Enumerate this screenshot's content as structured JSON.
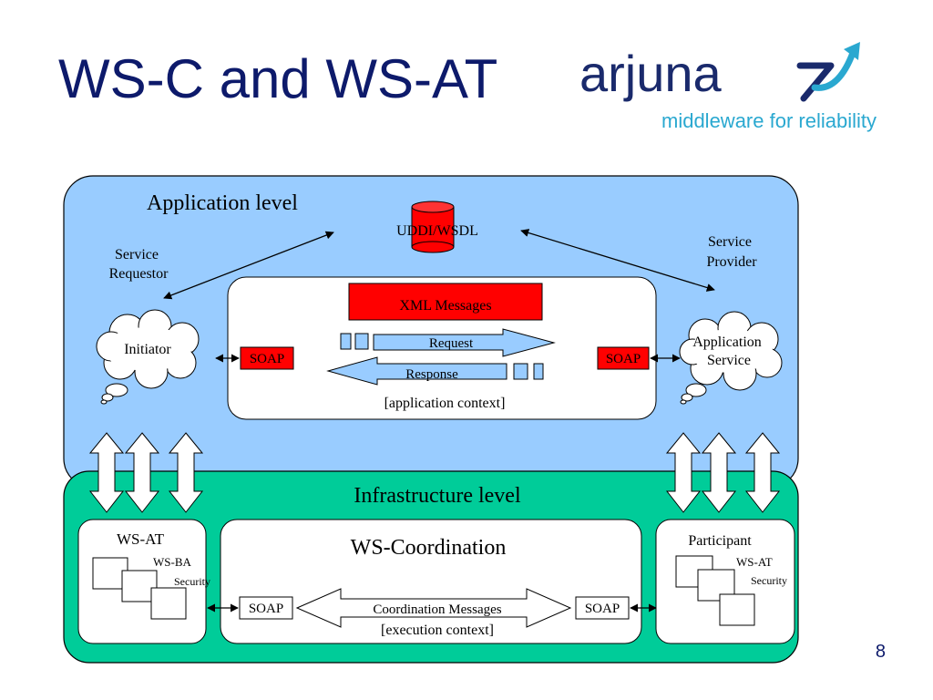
{
  "slide": {
    "title": "WS-C and WS-AT",
    "page_number": "8"
  },
  "logo": {
    "brand": "arjuna",
    "tagline": "middleware for reliability",
    "colors": {
      "brand": "#1a2a6c",
      "accent": "#2aa8d0"
    }
  },
  "application_level": {
    "label": "Application level",
    "registry": "UDDI/WSDL",
    "service_requestor": [
      "Service",
      "Requestor"
    ],
    "service_provider": [
      "Service",
      "Provider"
    ],
    "initiator": "Initiator",
    "application_service": [
      "Application",
      "Service"
    ],
    "xml_messages": "XML Messages",
    "soap_left": "SOAP",
    "soap_right": "SOAP",
    "request": "Request",
    "response": "Response",
    "context": "[application context]"
  },
  "infrastructure_level": {
    "label": "Infrastructure level",
    "ws_at_box": {
      "title": "WS-AT",
      "layers": [
        "WS-BA",
        "Security"
      ]
    },
    "coordination": {
      "title": "WS-Coordination",
      "soap_left": "SOAP",
      "soap_right": "SOAP",
      "messages": "Coordination Messages",
      "context": "[execution context]"
    },
    "participant_box": {
      "title": "Participant",
      "layers": [
        "WS-AT",
        "Security"
      ]
    }
  },
  "colors": {
    "title": "#0d1a6b",
    "application_bg": "#99ccff",
    "infrastructure_bg": "#00cc99",
    "soap_red": "#ff0000",
    "request_fill": "#99ccff"
  }
}
